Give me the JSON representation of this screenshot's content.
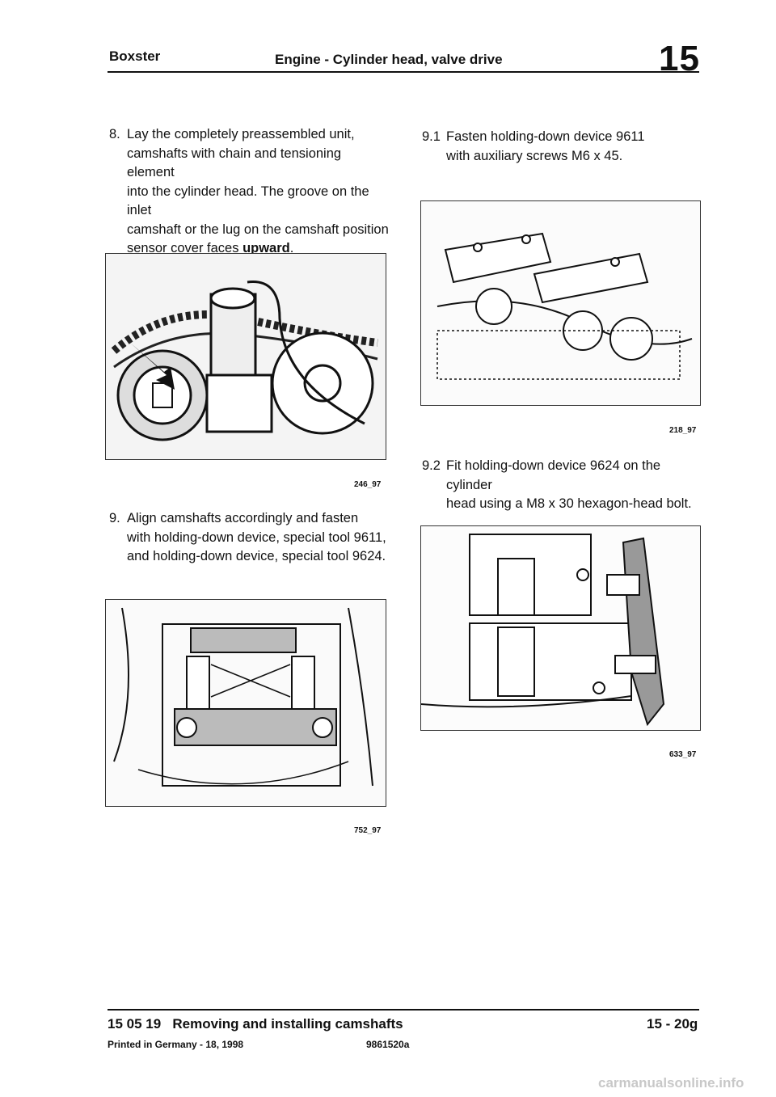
{
  "header": {
    "model": "Boxster",
    "title": "Engine - Cylinder head, valve drive",
    "group_number": "15"
  },
  "steps": [
    {
      "number": "8.",
      "line1": "Lay the completely preassembled unit,",
      "line2": "camshafts with chain and tensioning element",
      "line3": "into the cylinder head. The groove on the inlet",
      "line4": "camshaft or the lug on the camshaft position",
      "line5_prefix": "sensor cover faces ",
      "line5_bold": "upward",
      "line5_suffix": "."
    },
    {
      "number": "9.",
      "line1": "Align camshafts accordingly and fasten",
      "line2": "with holding-down device, special tool 9611,",
      "line3": "and holding-down device, special tool 9624."
    },
    {
      "number": "9.1",
      "line1": "Fasten holding-down device 9611",
      "line2": "with auxiliary screws M6 x 45."
    },
    {
      "number": "9.2",
      "line1": "Fit holding-down device 9624 on the cylinder",
      "line2": "head using a M8 x 30 hexagon-head bolt."
    }
  ],
  "figures": [
    {
      "id": "246_97"
    },
    {
      "id": "752_97"
    },
    {
      "id": "218_97"
    },
    {
      "id": "633_97"
    }
  ],
  "footer": {
    "section": "15 05 19   Removing and installing camshafts",
    "page": "15 - 20g",
    "printed": "Printed in Germany - 18, 1998",
    "doc_code": "9861520a"
  },
  "watermark": "carmanualsonline.info"
}
